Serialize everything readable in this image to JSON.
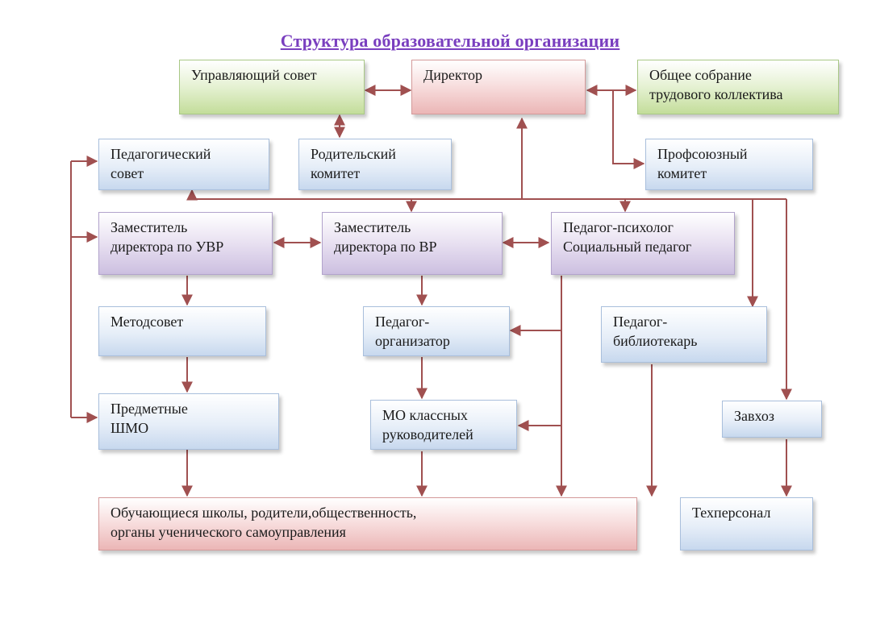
{
  "title": "Структура образовательной организации",
  "boxes": {
    "council": "Управляющий совет",
    "director": "Директор",
    "assembly": "Общее собрание\nтрудового коллектива",
    "ped_council": "Педагогический\nсовет",
    "parent_committee": "Родительский\nкомитет",
    "union_committee": "Профсоюзный\nкомитет",
    "deputy_uvr": "Заместитель\nдиректора по УВР",
    "deputy_vr": "Заместитель\nдиректора по ВР",
    "psychologist": "Педагог-психолог\nСоциальный педагог",
    "method_council": "Методсовет",
    "organizer": "Педагог-\nорганизатор",
    "librarian": "Педагог-\nбиблиотекарь",
    "subject_mo": "Предметные\nШМО",
    "class_mo": "МО классных\nруководителей",
    "supply": "Завхоз",
    "students": "Обучающиеся школы, родители,общественность,\nорганы  ученического самоуправления",
    "tech_staff": "Техперсонал"
  },
  "colors": {
    "line": "#a05050",
    "title": "#7a3fbf"
  }
}
